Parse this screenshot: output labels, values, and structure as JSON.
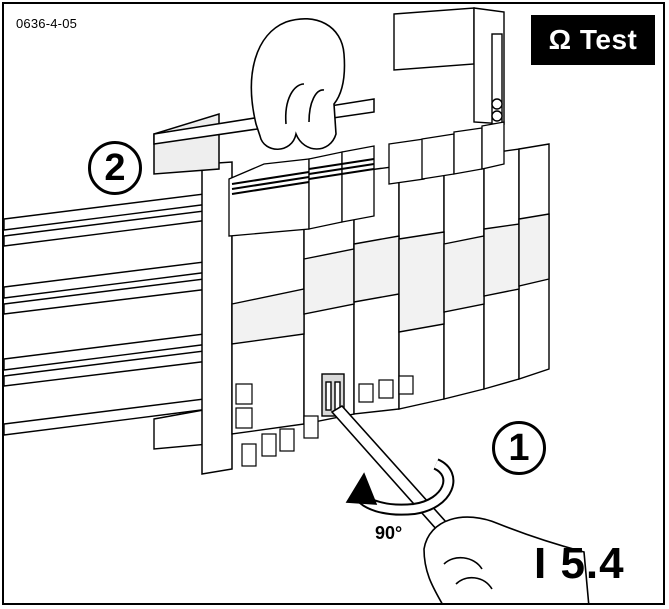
{
  "figure_id": "0636-4-05",
  "badge": "Ω Test",
  "steps": {
    "first": "1",
    "second": "2"
  },
  "rotation_label": "90°",
  "reference": "I 5.4",
  "colors": {
    "ink": "#000000",
    "paper": "#ffffff",
    "shade": "#d9d9d9",
    "badge_bg": "#000000"
  }
}
